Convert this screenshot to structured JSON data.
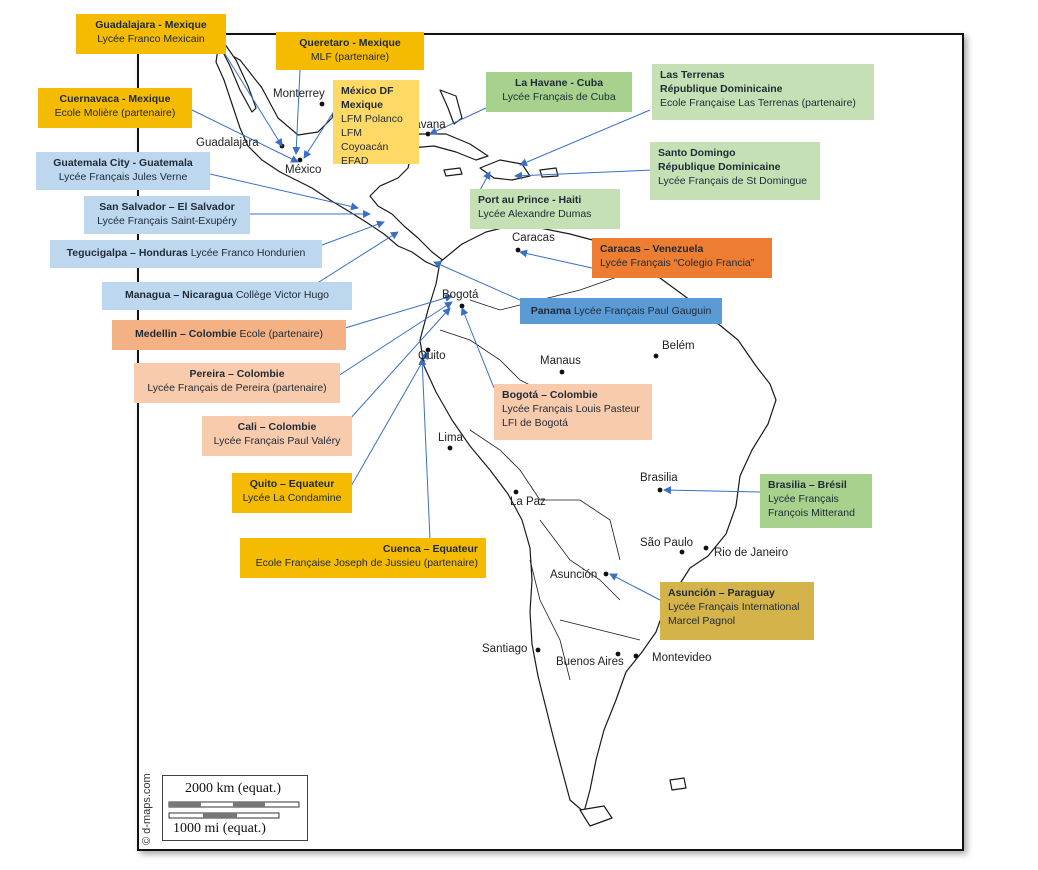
{
  "map": {
    "credit": "© d-maps.com",
    "scale": {
      "km_label": "2000 km (equat.)",
      "mi_label": "1000 mi (equat.)"
    }
  },
  "cities": [
    {
      "id": "monterrey",
      "name": "Monterrey"
    },
    {
      "id": "guadalajara",
      "name": "Guadalajara"
    },
    {
      "id": "mexico",
      "name": "México"
    },
    {
      "id": "havana",
      "name": "Havana"
    },
    {
      "id": "caracas",
      "name": "Caracas"
    },
    {
      "id": "bogota",
      "name": "Bogotá"
    },
    {
      "id": "quito",
      "name": "Quito"
    },
    {
      "id": "manaus",
      "name": "Manaus"
    },
    {
      "id": "belem",
      "name": "Belém"
    },
    {
      "id": "lima",
      "name": "Lima"
    },
    {
      "id": "lapaz",
      "name": "La Paz"
    },
    {
      "id": "brasilia",
      "name": "Brasilia"
    },
    {
      "id": "saopaulo",
      "name": "São Paulo"
    },
    {
      "id": "rio",
      "name": "Rio de Janeiro"
    },
    {
      "id": "asuncion",
      "name": "Asunción"
    },
    {
      "id": "santiago",
      "name": "Santiago"
    },
    {
      "id": "buenosaires",
      "name": "Buenos Aires"
    },
    {
      "id": "montevideo",
      "name": "Montevideo"
    }
  ],
  "callouts": {
    "guadalajara": {
      "title": "Guadalajara - Mexique",
      "lines": [
        "Lycée Franco Mexicain"
      ],
      "color": "#f5bb00"
    },
    "queretaro": {
      "title": "Queretaro - Mexique",
      "lines": [
        "MLF (partenaire)"
      ],
      "color": "#f5bb00"
    },
    "mexico_df": {
      "title": "México DF Mexique",
      "lines": [
        "LFM Polanco",
        "LFM Coyoacán",
        "EFAD"
      ],
      "color": "#ffd966"
    },
    "cuernavaca": {
      "title": "Cuernavaca - Mexique",
      "lines": [
        "Ecole Molière (partenaire)"
      ],
      "color": "#f5bb00"
    },
    "guatemala": {
      "title": "Guatemala City - Guatemala",
      "lines": [
        "Lycée Français Jules Verne"
      ],
      "color": "#bdd7ee"
    },
    "san_salvador": {
      "title": "San Salvador – El Salvador",
      "lines": [
        "Lycée Français Saint-Exupéry"
      ],
      "color": "#bdd7ee"
    },
    "tegucigalpa": {
      "title": "Tegucigalpa – Honduras",
      "rest": "Lycée Franco Hondurien",
      "color": "#bdd7ee"
    },
    "managua": {
      "title": "Managua – Nicaragua",
      "rest": "Collège Victor Hugo",
      "color": "#bdd7ee"
    },
    "medellin": {
      "title": "Medellin – Colombie",
      "rest": "Ecole (partenaire)",
      "color": "#f4b183"
    },
    "pereira": {
      "title": "Pereira – Colombie",
      "lines": [
        "Lycée Français de Pereira (partenaire)"
      ],
      "color": "#f8cbad"
    },
    "cali": {
      "title": "Cali – Colombie",
      "lines": [
        "Lycée Français Paul Valéry"
      ],
      "color": "#f8cbad"
    },
    "quito": {
      "title": "Quito – Equateur",
      "lines": [
        "Lycée La Condamine"
      ],
      "color": "#f5bb00"
    },
    "cuenca": {
      "title": "Cuenca – Equateur",
      "lines": [
        "Ecole Française Joseph de Jussieu (partenaire)"
      ],
      "color": "#f5bb00"
    },
    "la_havane": {
      "title": "La Havane - Cuba",
      "lines": [
        "Lycée Français de Cuba"
      ],
      "color": "#a9d18e"
    },
    "las_terrenas": {
      "title": "Las Terrenas",
      "title2": "République Dominicaine",
      "lines": [
        "Ecole Française Las Terrenas (partenaire)"
      ],
      "color": "#c5e0b4"
    },
    "santo_domingo": {
      "title": "Santo Domingo",
      "title2": "République Dominicaine",
      "lines": [
        "Lycée Français de St Domingue"
      ],
      "color": "#c5e0b4"
    },
    "port_au_prince": {
      "title": "Port au Prince - Haiti",
      "lines": [
        "Lycée Alexandre Dumas"
      ],
      "color": "#c5e0b4"
    },
    "caracas": {
      "title": "Caracas – Venezuela",
      "lines": [
        "Lycée Français “Colegio Francia”"
      ],
      "color": "#ed7d31"
    },
    "panama": {
      "title": "Panama",
      "rest": "Lycée Français Paul Gauguin",
      "color": "#5b9bd5"
    },
    "bogota": {
      "title": "Bogotá – Colombie",
      "lines": [
        "Lycée Français Louis Pasteur",
        "LFI de Bogotá"
      ],
      "color": "#f8cbad"
    },
    "brasilia": {
      "title": "Brasilia – Brésil",
      "lines": [
        "Lycée Français"
      ],
      "line_under": "François Mitterand",
      "color": "#a9d18e"
    },
    "asuncion": {
      "title": "Asunción – Paraguay",
      "lines": [
        "Lycée Français International",
        "Marcel Pagnol"
      ],
      "color": "#d4b34a"
    }
  }
}
